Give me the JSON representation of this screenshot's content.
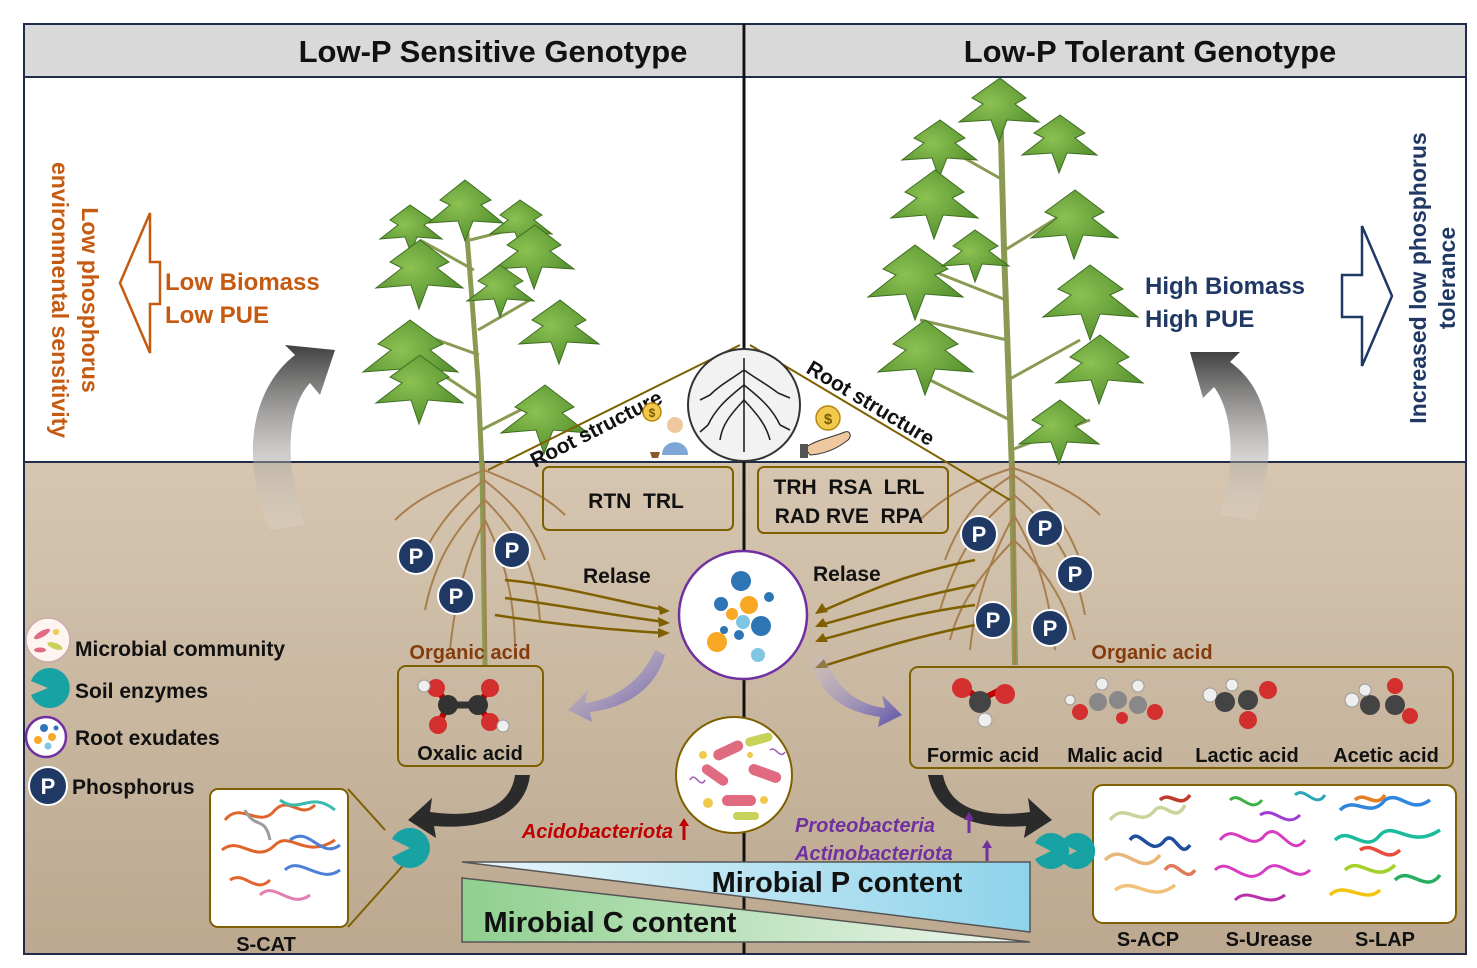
{
  "header": {
    "left_title": "Low-P Sensitive Genotype",
    "right_title": "Low-P Tolerant Genotype"
  },
  "left_panel": {
    "side_label_line1": "Low phosphorus",
    "side_label_line2": "environmental sensitivity",
    "outcome_line1": "Low Biomass",
    "outcome_line2": "Low PUE",
    "root_structure_label": "Root structure",
    "root_traits": "RTN  TRL",
    "release_label": "Relase",
    "organic_acid_label": "Organic acid",
    "acids": [
      "Oxalic acid"
    ],
    "enzyme_label": "S-CAT",
    "bacteria": "Acidobacteriota",
    "colors": {
      "accent": "#c55a11",
      "arrow_purple": "#5b4fa8"
    }
  },
  "right_panel": {
    "side_label_line1": "Increased low phosphorus",
    "side_label_line2": "tolerance",
    "outcome_line1": "High Biomass",
    "outcome_line2": "High PUE",
    "root_structure_label": "Root structure",
    "root_traits_row1": "TRH  RSA  LRL",
    "root_traits_row2": "RAD RVE  RPA",
    "release_label": "Relase",
    "organic_acid_label": "Organic acid",
    "acids": [
      "Formic acid",
      "Malic acid",
      "Lactic acid",
      "Acetic acid"
    ],
    "enzymes": [
      "S-ACP",
      "S-Urease",
      "S-LAP"
    ],
    "bacteria1": "Proteobacteria",
    "bacteria2": "Actinobacteriota",
    "colors": {
      "accent": "#1f3864",
      "bacteria": "#7030a0"
    }
  },
  "legend": {
    "items": [
      {
        "icon": "microbe-dish-icon",
        "label": "Microbial community"
      },
      {
        "icon": "pacman-enzyme-icon",
        "label": "Soil enzymes"
      },
      {
        "icon": "exudate-circle-icon",
        "label": "Root exudates"
      },
      {
        "icon": "phosphorus-icon",
        "label": "Phosphorus"
      }
    ]
  },
  "gradients": {
    "p_content": "Mirobial P content",
    "c_content": "Mirobial C content"
  },
  "phosphorus_symbol": "P",
  "colors": {
    "header_bg": "#d9d9d9",
    "soil": "#c9b69f",
    "brown_line": "#7f6000",
    "p_badge": "#1f3864",
    "red": "#c00000"
  }
}
